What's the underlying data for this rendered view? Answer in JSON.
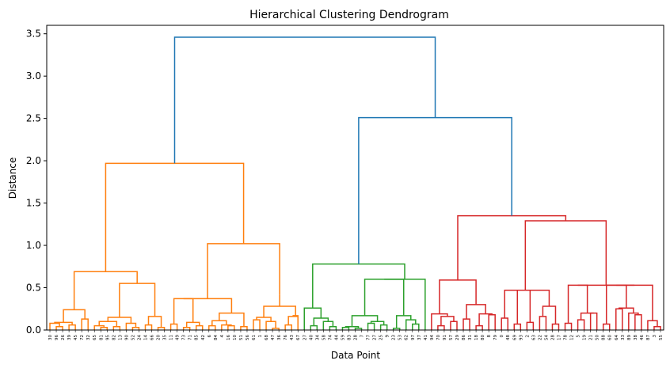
{
  "chart_data": {
    "type": "dendrogram",
    "title": "Hierarchical Clustering Dendrogram",
    "xlabel": "Data Point",
    "ylabel": "Distance",
    "ylim": [
      0,
      3.6
    ],
    "yticks": [
      0.0,
      0.5,
      1.0,
      1.5,
      2.0,
      2.5,
      3.0,
      3.5
    ],
    "ytick_labels": [
      "0.0",
      "0.5",
      "1.0",
      "1.5",
      "2.0",
      "2.5",
      "3.0",
      "3.5"
    ],
    "grid": false,
    "colors": {
      "orange": "#ff7f0e",
      "green": "#2ca02c",
      "red": "#d62728",
      "blue": "#1f77b4"
    },
    "leaves": [
      "30",
      "96",
      "26",
      "39",
      "45",
      "72",
      "32",
      "65",
      "81",
      "95",
      "82",
      "13",
      "90",
      "52",
      "24",
      "14",
      "66",
      "20",
      "35",
      "11",
      "49",
      "73",
      "71",
      "85",
      "42",
      "6",
      "84",
      "4",
      "16",
      "10",
      "51",
      "56",
      "61",
      "1",
      "68",
      "47",
      "36",
      "76",
      "43",
      "67",
      "27",
      "40",
      "34",
      "58",
      "74",
      "44",
      "59",
      "83",
      "28",
      "7",
      "77",
      "27",
      "25",
      "9",
      "23",
      "53",
      "62",
      "97",
      "37",
      "41",
      "94",
      "70",
      "91",
      "57",
      "29",
      "86",
      "31",
      "18",
      "80",
      "8",
      "79",
      "0",
      "48",
      "69",
      "93",
      "2",
      "63",
      "22",
      "54",
      "28",
      "17",
      "78",
      "12",
      "5",
      "19",
      "21",
      "50",
      "88",
      "60",
      "64",
      "33",
      "89",
      "38",
      "46",
      "87",
      "3",
      "55"
    ],
    "links": [
      {
        "c": "orange",
        "a": 0,
        "b": 1,
        "h": 0.05
      },
      {
        "c": "orange",
        "a": 2,
        "b": 3,
        "h": 0.06
      },
      {
        "c": "orange",
        "n1": {
          "a": 0,
          "b": 1,
          "h": 0.05
        },
        "n2": {
          "a": 2,
          "b": 3,
          "h": 0.06
        },
        "h": 0.09
      },
      {
        "c": "orange",
        "a": 4,
        "b": 5,
        "h": 0.13
      },
      {
        "c": "orange",
        "n1": {
          "a": 0,
          "b": 3,
          "h": 0.09
        },
        "n2": {
          "a": 4,
          "b": 5,
          "h": 0.13
        },
        "h": 0.24
      },
      {
        "c": "orange",
        "a": 6,
        "b": 7,
        "h": 0.03
      },
      {
        "c": "orange",
        "a": 8,
        "b": 9,
        "h": 0.05
      },
      {
        "c": "orange",
        "n1": {
          "a": 6,
          "b": 7,
          "h": 0.03
        },
        "n2": {
          "a": 8,
          "b": 9,
          "h": 0.05
        },
        "h": 0.09
      },
      {
        "c": "orange",
        "a": 10,
        "b": 11,
        "h": 0.02
      },
      {
        "c": "orange",
        "n1": {
          "a": 6,
          "b": 9,
          "h": 0.09
        },
        "n2": {
          "a": 10,
          "b": 11,
          "h": 0.02
        },
        "h": 0.15
      },
      {
        "c": "orange",
        "a": 12,
        "b": 13,
        "h": 0.07
      },
      {
        "c": "orange",
        "n1": {
          "a": 6,
          "b": 11,
          "h": 0.15
        },
        "n2": {
          "a": 12,
          "b": 13,
          "h": 0.07
        },
        "h": 0.12
      },
      {
        "c": "orange",
        "a": 14,
        "b": 15,
        "h": 0.05
      },
      {
        "c": "orange",
        "a": 16,
        "b": 17,
        "h": 0.02
      },
      {
        "c": "orange",
        "n1": {
          "a": 14,
          "b": 15,
          "h": 0.05
        },
        "n2": {
          "a": 16,
          "b": 17,
          "h": 0.02
        },
        "h": 0.16
      },
      {
        "c": "orange",
        "n1": {
          "a": 6,
          "b": 13,
          "h": 0.12
        },
        "n2": {
          "a": 14,
          "b": 17,
          "h": 0.16
        },
        "h": 0.55
      },
      {
        "c": "orange",
        "n1": {
          "a": 0,
          "b": 5,
          "h": 0.24
        },
        "n2": {
          "a": 6,
          "b": 17,
          "h": 0.55
        },
        "h": 0.69
      }
    ]
  }
}
